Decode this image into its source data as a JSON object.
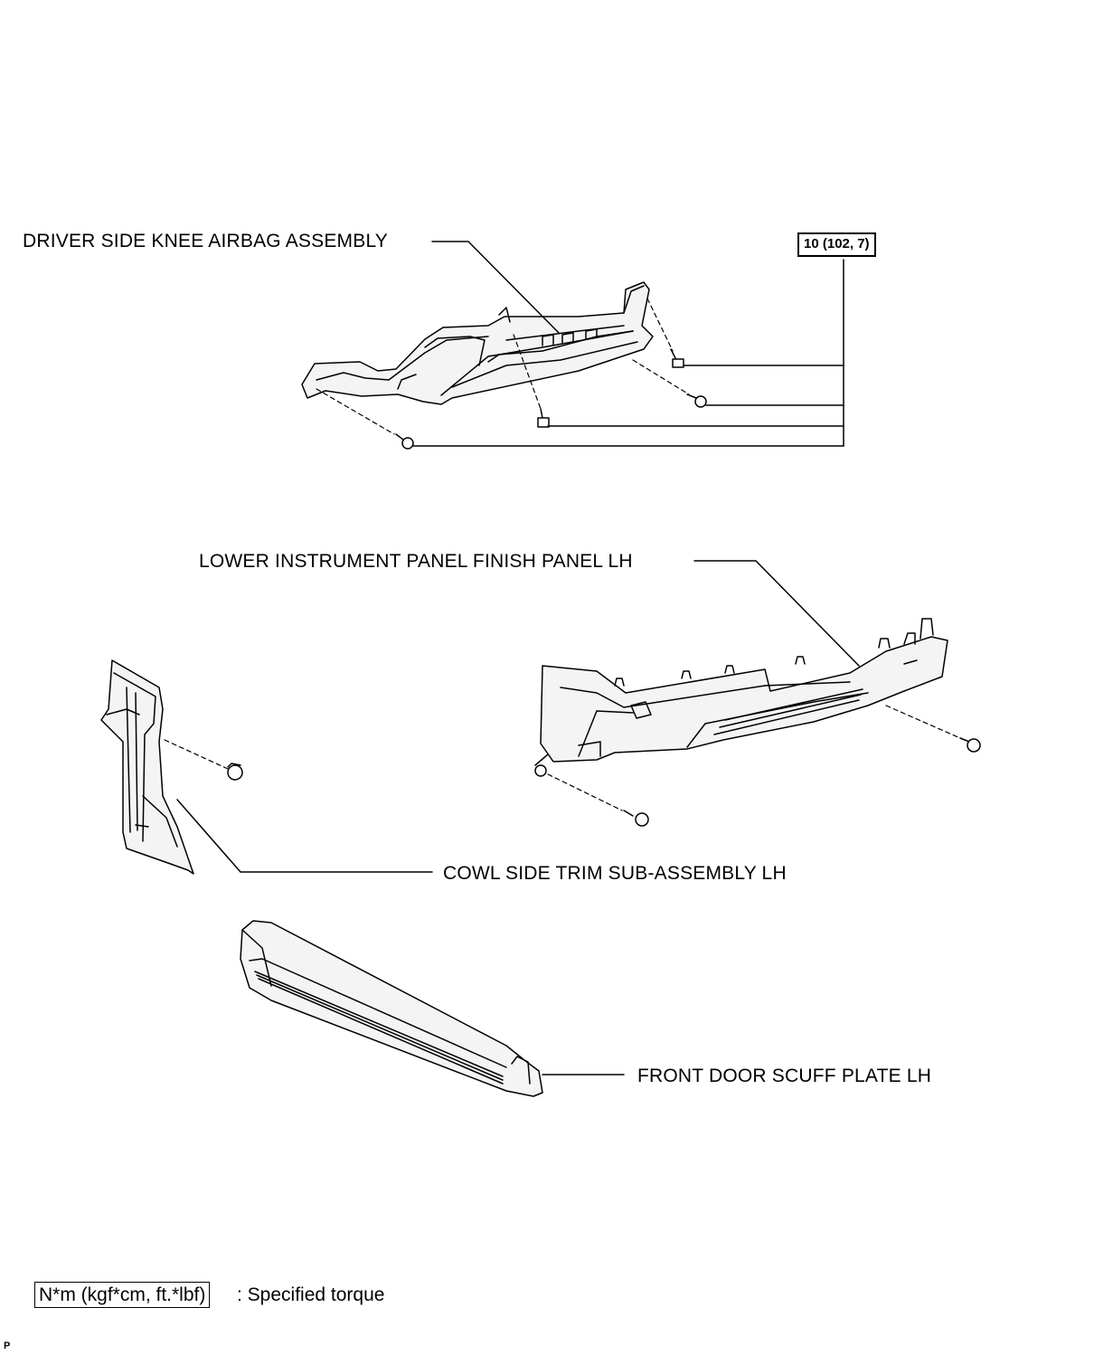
{
  "labels": {
    "knee_airbag": "DRIVER SIDE KNEE AIRBAG ASSEMBLY",
    "lower_panel": "LOWER INSTRUMENT PANEL FINISH PANEL LH",
    "cowl_trim": "COWL SIDE TRIM SUB-ASSEMBLY LH",
    "scuff_plate": "FRONT DOOR SCUFF PLATE LH"
  },
  "torque": {
    "value": "10 (102, 7)"
  },
  "legend": {
    "unit": "N*m (kgf*cm, ft.*lbf)",
    "description": ": Specified torque"
  },
  "footer": {
    "code": "P"
  }
}
